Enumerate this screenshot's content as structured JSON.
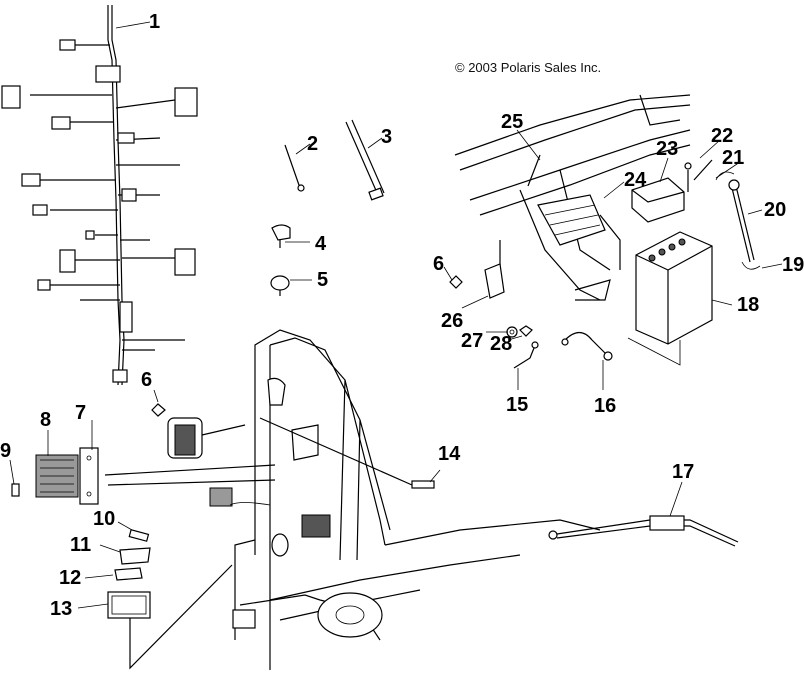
{
  "copyright": "© 2003 Polaris Sales Inc.",
  "callouts": {
    "c1": "1",
    "c2": "2",
    "c3": "3",
    "c4": "4",
    "c5": "5",
    "c6a": "6",
    "c6b": "6",
    "c7": "7",
    "c8": "8",
    "c9": "9",
    "c10": "10",
    "c11": "11",
    "c12": "12",
    "c13": "13",
    "c14": "14",
    "c15": "15",
    "c16": "16",
    "c17": "17",
    "c18": "18",
    "c19": "19",
    "c20": "20",
    "c21": "21",
    "c22": "22",
    "c23": "23",
    "c24": "24",
    "c25": "25",
    "c26": "26",
    "c27": "27",
    "c28": "28"
  }
}
